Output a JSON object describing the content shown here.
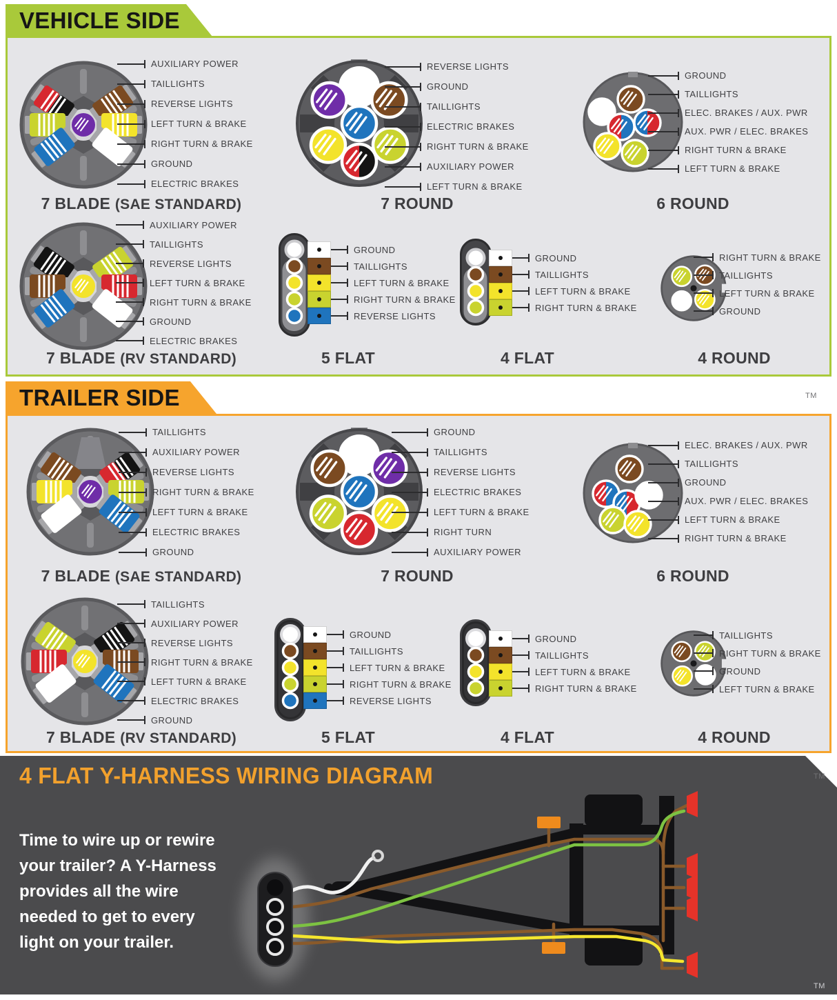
{
  "colors": {
    "vehicle_accent": "#a9c93a",
    "trailer_accent": "#f6a42d",
    "panel_bg": "#e5e5e8",
    "bottom_bg": "#4b4b4d",
    "bottom_title": "#f2a12d",
    "wire_white": "#ffffff",
    "wire_brown": "#7b4a21",
    "wire_yellow": "#f3e32b",
    "wire_green": "#c9d32f",
    "wire_blue": "#1f74bd",
    "wire_red": "#d7282f",
    "wire_black": "#141414",
    "wire_purple": "#6f2da8"
  },
  "vehicle_section": {
    "banner": "VEHICLE SIDE",
    "connectors": [
      {
        "title": "7 BLADE",
        "subtitle": "(SAE STANDARD)",
        "labels": [
          {
            "text": "AUXILIARY POWER",
            "color": "#d7282f"
          },
          {
            "text": "TAILLIGHTS",
            "color": "#7b4a21"
          },
          {
            "text": "REVERSE LIGHTS",
            "color": "#6f2da8"
          },
          {
            "text": "LEFT TURN & BRAKE",
            "color": "#f3e32b"
          },
          {
            "text": "RIGHT TURN & BRAKE",
            "color": "#c9d32f"
          },
          {
            "text": "GROUND",
            "color": "#ffffff"
          },
          {
            "text": "ELECTRIC BRAKES",
            "color": "#1f74bd"
          }
        ]
      },
      {
        "title": "7 ROUND",
        "subtitle": "",
        "labels": [
          {
            "text": "REVERSE LIGHTS",
            "color": "#6f2da8"
          },
          {
            "text": "GROUND",
            "color": "#ffffff"
          },
          {
            "text": "TAILLIGHTS",
            "color": "#7b4a21"
          },
          {
            "text": "ELECTRIC BRAKES",
            "color": "#1f74bd"
          },
          {
            "text": "RIGHT TURN & BRAKE",
            "color": "#c9d32f"
          },
          {
            "text": "AUXILIARY POWER",
            "color": "#d7282f"
          },
          {
            "text": "LEFT TURN & BRAKE",
            "color": "#f3e32b"
          }
        ]
      },
      {
        "title": "6 ROUND",
        "subtitle": "",
        "labels": [
          {
            "text": "GROUND",
            "color": "#ffffff"
          },
          {
            "text": "TAILLIGHTS",
            "color": "#7b4a21"
          },
          {
            "text": "ELEC. BRAKES / AUX. PWR",
            "color": "#d7282f"
          },
          {
            "text": "AUX. PWR / ELEC. BRAKES",
            "color": "#1f74bd"
          },
          {
            "text": "RIGHT TURN & BRAKE",
            "color": "#c9d32f"
          },
          {
            "text": "LEFT TURN & BRAKE",
            "color": "#f3e32b"
          }
        ]
      },
      {
        "title": "7 BLADE",
        "subtitle": "(RV STANDARD)",
        "labels": [
          {
            "text": "AUXILIARY POWER",
            "color": "#141414"
          },
          {
            "text": "TAILLIGHTS",
            "color": "#c9d32f"
          },
          {
            "text": "REVERSE LIGHTS",
            "color": "#f3e32b"
          },
          {
            "text": "LEFT TURN & BRAKE",
            "color": "#d7282f"
          },
          {
            "text": "RIGHT TURN & BRAKE",
            "color": "#7b4a21"
          },
          {
            "text": "GROUND",
            "color": "#ffffff"
          },
          {
            "text": "ELECTRIC BRAKES",
            "color": "#1f74bd"
          }
        ]
      },
      {
        "title": "5 FLAT",
        "subtitle": "",
        "labels": [
          {
            "text": "GROUND",
            "color": "#ffffff"
          },
          {
            "text": "TAILLIGHTS",
            "color": "#7b4a21"
          },
          {
            "text": "LEFT TURN & BRAKE",
            "color": "#f3e32b"
          },
          {
            "text": "RIGHT TURN & BRAKE",
            "color": "#c9d32f"
          },
          {
            "text": "REVERSE LIGHTS",
            "color": "#1f74bd"
          }
        ]
      },
      {
        "title": "4 FLAT",
        "subtitle": "",
        "labels": [
          {
            "text": "GROUND",
            "color": "#ffffff"
          },
          {
            "text": "TAILLIGHTS",
            "color": "#7b4a21"
          },
          {
            "text": "LEFT TURN & BRAKE",
            "color": "#f3e32b"
          },
          {
            "text": "RIGHT TURN & BRAKE",
            "color": "#c9d32f"
          }
        ]
      },
      {
        "title": "4 ROUND",
        "subtitle": "",
        "labels": [
          {
            "text": "RIGHT TURN & BRAKE",
            "color": "#c9d32f"
          },
          {
            "text": "TAILLIGHTS",
            "color": "#7b4a21"
          },
          {
            "text": "LEFT TURN & BRAKE",
            "color": "#f3e32b"
          },
          {
            "text": "GROUND",
            "color": "#ffffff"
          }
        ]
      }
    ]
  },
  "trailer_section": {
    "banner": "TRAILER SIDE",
    "connectors": [
      {
        "title": "7 BLADE",
        "subtitle": "(SAE STANDARD)",
        "labels": [
          {
            "text": "TAILLIGHTS",
            "color": "#7b4a21"
          },
          {
            "text": "AUXILIARY POWER",
            "color": "#d7282f"
          },
          {
            "text": "REVERSE LIGHTS",
            "color": "#6f2da8"
          },
          {
            "text": "RIGHT TURN & BRAKE",
            "color": "#c9d32f"
          },
          {
            "text": "LEFT TURN & BRAKE",
            "color": "#f3e32b"
          },
          {
            "text": "ELECTRIC BRAKES",
            "color": "#1f74bd"
          },
          {
            "text": "GROUND",
            "color": "#ffffff"
          }
        ]
      },
      {
        "title": "7 ROUND",
        "subtitle": "",
        "labels": [
          {
            "text": "GROUND",
            "color": "#ffffff"
          },
          {
            "text": "TAILLIGHTS",
            "color": "#7b4a21"
          },
          {
            "text": "REVERSE LIGHTS",
            "color": "#6f2da8"
          },
          {
            "text": "ELECTRIC BRAKES",
            "color": "#1f74bd"
          },
          {
            "text": "LEFT TURN & BRAKE",
            "color": "#f3e32b"
          },
          {
            "text": "RIGHT TURN",
            "color": "#c9d32f"
          },
          {
            "text": "AUXILIARY POWER",
            "color": "#d7282f"
          }
        ]
      },
      {
        "title": "6 ROUND",
        "subtitle": "",
        "labels": [
          {
            "text": "ELEC. BRAKES / AUX. PWR",
            "color": "#d7282f"
          },
          {
            "text": "TAILLIGHTS",
            "color": "#7b4a21"
          },
          {
            "text": "GROUND",
            "color": "#ffffff"
          },
          {
            "text": "AUX. PWR / ELEC. BRAKES",
            "color": "#1f74bd"
          },
          {
            "text": "LEFT TURN & BRAKE",
            "color": "#f3e32b"
          },
          {
            "text": "RIGHT TURN & BRAKE",
            "color": "#c9d32f"
          }
        ]
      },
      {
        "title": "7 BLADE",
        "subtitle": "(RV STANDARD)",
        "labels": [
          {
            "text": "TAILLIGHTS",
            "color": "#c9d32f"
          },
          {
            "text": "AUXILIARY POWER",
            "color": "#141414"
          },
          {
            "text": "REVERSE LIGHTS",
            "color": "#f3e32b"
          },
          {
            "text": "RIGHT TURN & BRAKE",
            "color": "#7b4a21"
          },
          {
            "text": "LEFT TURN & BRAKE",
            "color": "#d7282f"
          },
          {
            "text": "ELECTRIC BRAKES",
            "color": "#1f74bd"
          },
          {
            "text": "GROUND",
            "color": "#ffffff"
          }
        ]
      },
      {
        "title": "5 FLAT",
        "subtitle": "",
        "labels": [
          {
            "text": "GROUND",
            "color": "#ffffff"
          },
          {
            "text": "TAILLIGHTS",
            "color": "#7b4a21"
          },
          {
            "text": "LEFT TURN & BRAKE",
            "color": "#f3e32b"
          },
          {
            "text": "RIGHT TURN & BRAKE",
            "color": "#c9d32f"
          },
          {
            "text": "REVERSE LIGHTS",
            "color": "#1f74bd"
          }
        ]
      },
      {
        "title": "4 FLAT",
        "subtitle": "",
        "labels": [
          {
            "text": "GROUND",
            "color": "#ffffff"
          },
          {
            "text": "TAILLIGHTS",
            "color": "#7b4a21"
          },
          {
            "text": "LEFT TURN & BRAKE",
            "color": "#f3e32b"
          },
          {
            "text": "RIGHT TURN & BRAKE",
            "color": "#c9d32f"
          }
        ]
      },
      {
        "title": "4 ROUND",
        "subtitle": "",
        "labels": [
          {
            "text": "TAILLIGHTS",
            "color": "#7b4a21"
          },
          {
            "text": "RIGHT TURN & BRAKE",
            "color": "#c9d32f"
          },
          {
            "text": "GROUND",
            "color": "#ffffff"
          },
          {
            "text": "LEFT TURN & BRAKE",
            "color": "#f3e32b"
          }
        ]
      }
    ]
  },
  "bottom_section": {
    "title": "4 FLAT Y-HARNESS WIRING DIAGRAM",
    "body": "Time to wire up or rewire your trailer? A Y-Harness provides all the wire needed to get to every light on your trailer."
  },
  "trademarks": {
    "trailer_tm": "TM",
    "notch_tm": "TM",
    "bottom_tm": "TM"
  }
}
